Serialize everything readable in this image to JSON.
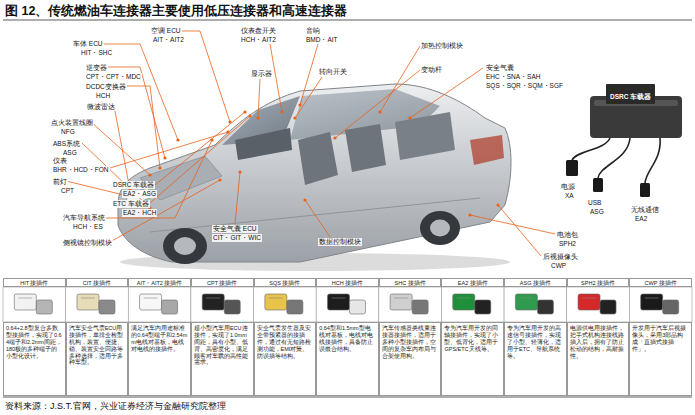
{
  "diagram": {
    "title": "图 12、传统燃油车连接器主要使用低压连接器和高速连接器",
    "caption": "资料来源：J.S.T.官网，兴业证券经济与金融研究院整理",
    "nodes": [
      {
        "text": [
          "DSRC 车载器"
        ]
      }
    ],
    "labels": [
      "车体 ECU",
      "HIT・SHC",
      "空调 ECU",
      "AIT・AIT2",
      "仪表盘开关",
      "HCH・AIT2",
      "音响",
      "BMD・AIT",
      "加热控制模块",
      "逆变器",
      "CPT・CPT・MDC",
      "DCDC变换器",
      "HCH",
      "显示器",
      "转向开关",
      "变动杆",
      "安全气囊",
      "EHC・SNA・SAH",
      "SQS・SQR・SQM・SGF",
      "微波雷达",
      "点火装置线圈",
      "NFG",
      "ABS系统",
      "ASG",
      "仪表",
      "BHR・HCD・FON",
      "前灯",
      "CPT",
      "DSRC 车载器",
      "EA2・ASG",
      "ETC 车载器",
      "EA2・HCH",
      "汽车导航系统",
      "HCH・ES",
      "安全气囊 ECU",
      "CIT・GIT・WIC",
      "侧视镜控制模块",
      "数据控制模块",
      "电源",
      "XA",
      "USB",
      "ASG",
      "无线通信",
      "EA2",
      "电池包",
      "SPH2",
      "后视摄像头",
      "CWP",
      "HIT 接插件",
      "CIT 接插件",
      "AIT・AIT2 接插件",
      "CPT 接插件",
      "SQS 接插件",
      "HCH 接插件",
      "SHC 接插件",
      "EA2 接插件",
      "ASG 接插件",
      "SPH2 接插件",
      "CWP 接插件",
      "0.64+2.8型复合多数型接插件，实现了0.64端子和2.2mm间距，180极的多种端子的小型化设计。",
      "汽车安全气囊ECU用接插件，单排全检型机构，装置、便捷、稳、装置安全回路等多种选择，适用于多种车型。",
      "满足汽车内用途标准的0.64型端子和2.54mm电线对基板，电线对电线的接插件。",
      "超小型汽车用ECU连接件，实现了1.0mm间距，具有小型、低背、高密度化，满足顾客对车载的高性能需求。",
      "安全气囊发生器及安全带预紧器的接插件，通过有无短路检测功能，EMI对策、防误插等结构。",
      "0.64型和1.5mm型电线对基板，电线对电线接插件，具备防止误嵌合结构。",
      "汽车传感器类线束连接器接插件，适用于多种小型接插件，空间的复杂车内布局与合架使用构。",
      "专为汽车用开发的同轴接插件，实现了小型、低背化，适用于GPS/ETC天线等。",
      "专为汽车用开发的高速信号接插件，实现了小型、轻薄化，适用于ETC、导航系统等。",
      "电源供电用接插件，把手式机构连接线路插入后，拥有了防止松动的结构，高耐振性。",
      "开发用于汽车后视摄像头，采用3部品构成「直插式接插件」。"
    ]
  }
}
